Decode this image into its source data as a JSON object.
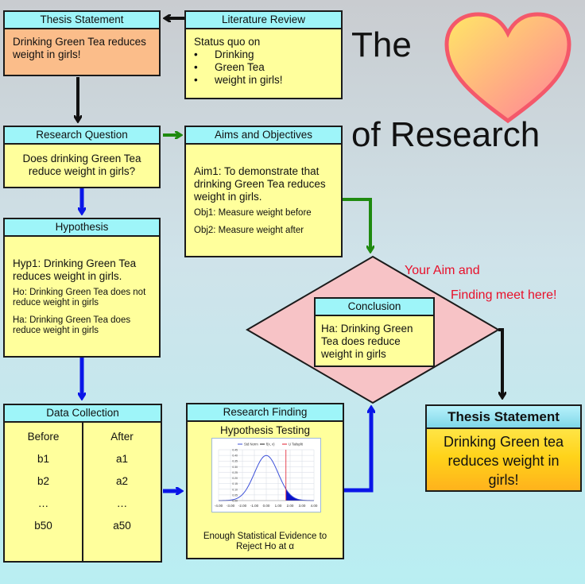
{
  "title": {
    "line1": "The",
    "line2": "of Research"
  },
  "annotation": {
    "line1": "Your Aim and",
    "line2": "Finding meet here!"
  },
  "thesis_top": {
    "header": "Thesis Statement",
    "text": "Drinking Green Tea reduces weight in girls!"
  },
  "literature": {
    "header": "Literature Review",
    "intro": "Status quo on",
    "bullets": [
      "Drinking",
      "Green Tea",
      "weight in girls!"
    ]
  },
  "research_question": {
    "header": "Research Question",
    "text": "Does drinking Green Tea reduce weight in girls?"
  },
  "aims": {
    "header": "Aims and Objectives",
    "aim": "Aim1: To demonstrate that drinking Green Tea reduces weight in girls.",
    "obj1": "Obj1: Measure weight before",
    "obj2": "Obj2: Measure weight after"
  },
  "hypothesis": {
    "header": "Hypothesis",
    "hyp": "Hyp1: Drinking Green Tea reduces weight in girls.",
    "ho": "Ho: Drinking Green Tea does not reduce weight in girls",
    "ha": "Ha: Drinking Green Tea does reduce weight in girls"
  },
  "conclusion": {
    "header": "Conclusion",
    "text": "Ha:  Drinking Green Tea does reduce weight in girls"
  },
  "data_collection": {
    "header": "Data Collection",
    "col1": {
      "title": "Before",
      "rows": [
        "b1",
        "b2",
        "…",
        "b50"
      ]
    },
    "col2": {
      "title": "After",
      "rows": [
        "a1",
        "a2",
        "…",
        "a50"
      ]
    }
  },
  "research_finding": {
    "header": "Research Finding",
    "subtitle": "Hypothesis Testing",
    "caption": "Enough Statistical Evidence to Reject Ho at α",
    "chart_legend": [
      "Std Norm",
      "f(x, ν)",
      "U Tailsplit"
    ],
    "chart_x_ticks": [
      "-4.00",
      "-3.00",
      "-2.00",
      "-1.00",
      "0.00",
      "1.00",
      "2.00",
      "3.00",
      "4.00"
    ]
  },
  "thesis_final": {
    "header": "Thesis Statement",
    "text": "Drinking  Green tea reduces weight  in girls!"
  },
  "colors": {
    "box_fill": "#ffff9c",
    "header_fill": "#9ef5f9",
    "arrow_blue": "#0a16e8",
    "arrow_green": "#1f8a0f",
    "diamond": "#f7c3c6"
  },
  "chart_data": {
    "type": "area",
    "title": "Hypothesis Testing",
    "series": [
      {
        "name": "Std Norm",
        "x": [
          -4,
          -3,
          -2,
          -1,
          0,
          1,
          2,
          3,
          4
        ],
        "y": [
          0.0001,
          0.004,
          0.054,
          0.242,
          0.399,
          0.242,
          0.054,
          0.004,
          0.0001
        ]
      }
    ],
    "xlim": [
      -4,
      4
    ],
    "ylim": [
      0,
      0.45
    ],
    "critical_value": 1.65,
    "shaded_region": "upper tail"
  }
}
